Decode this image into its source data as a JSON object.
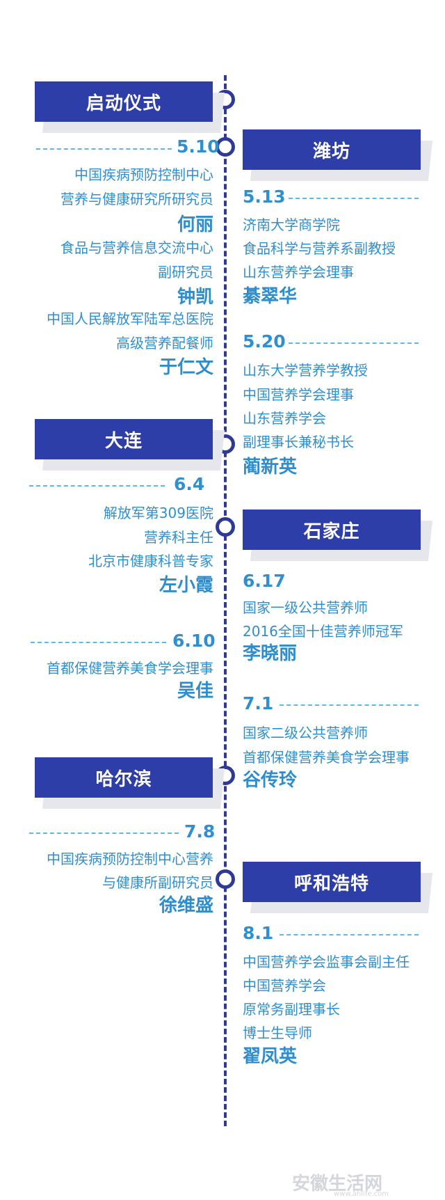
{
  "sections": {
    "launch": "启动仪式",
    "weifang": "潍坊",
    "dalian": "大连",
    "shijiazhuang": "石家庄",
    "haerbin": "哈尔滨",
    "huhehaote": "呼和浩特"
  },
  "entries": {
    "e1": {
      "date": "5.10",
      "lines": [
        "中国疾病预防控制中心",
        "营养与健康研究所研究员"
      ],
      "name": "何丽"
    },
    "e2": {
      "lines": [
        "食品与营养信息交流中心",
        "副研究员"
      ],
      "name": "钟凯"
    },
    "e3": {
      "lines": [
        "中国人民解放军陆军总医院",
        "高级营养配餐师"
      ],
      "name": "于仁文"
    },
    "e4": {
      "date": "5.13",
      "lines": [
        "济南大学商学院",
        "食品科学与营养系副教授",
        "山东营养学会理事"
      ],
      "name": "綦翠华"
    },
    "e5": {
      "date": "5.20",
      "lines": [
        "山东大学营养学教授",
        "中国营养学会理事",
        "山东营养学会",
        "副理事长兼秘书长"
      ],
      "name": "蔺新英"
    },
    "e6": {
      "date": "6.4",
      "lines": [
        "解放军第309医院",
        "营养科主任",
        "北京市健康科普专家"
      ],
      "name": "左小霞"
    },
    "e7": {
      "date": "6.10",
      "lines": [
        "首都保健营养美食学会理事"
      ],
      "name": "吴佳"
    },
    "e8": {
      "date": "6.17",
      "lines": [
        "国家一级公共营养师",
        "2016全国十佳营养师冠军"
      ],
      "name": "李晓丽"
    },
    "e9": {
      "date": "7.1",
      "lines": [
        "国家二级公共营养师",
        "首都保健营养美食学会理事"
      ],
      "name": "谷传玲"
    },
    "e10": {
      "date": "7.8",
      "lines": [
        "中国疾病预防控制中心营养",
        "与健康所副研究员"
      ],
      "name": "徐维盛"
    },
    "e11": {
      "date": "8.1",
      "lines": [
        "中国营养学会监事会副主任",
        "中国营养学会",
        "原常务副理事长",
        "博士生导师"
      ],
      "name": "翟凤英"
    }
  },
  "watermark": {
    "main": "安徽生活网",
    "sub": "www.ahlife.com"
  },
  "colors": {
    "primary": "#2e3ea8",
    "text": "#2f8fcf",
    "dash": "#62b6e6"
  }
}
